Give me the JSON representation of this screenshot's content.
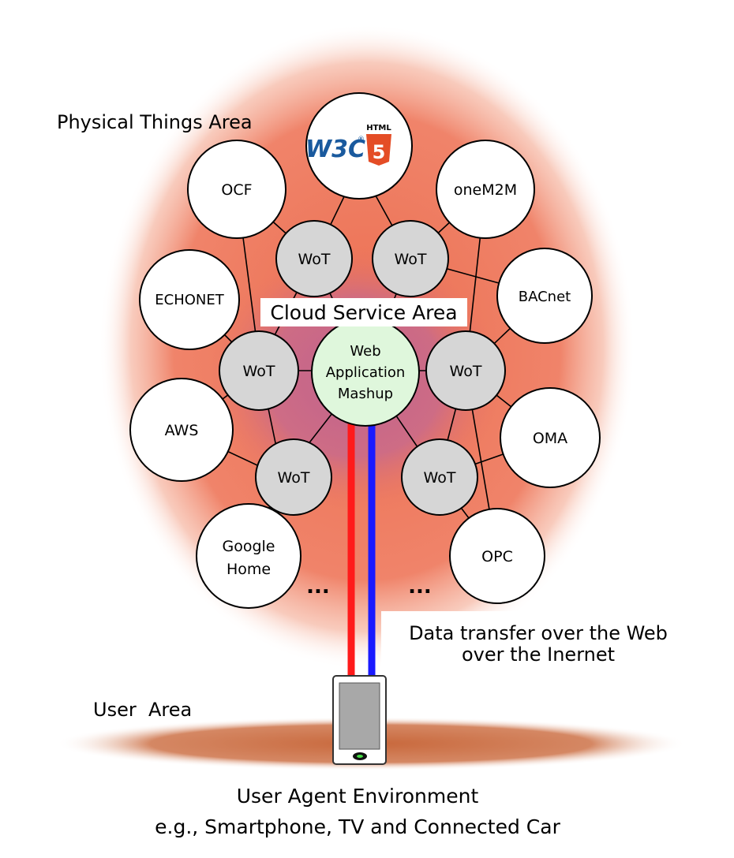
{
  "areas": {
    "physical": "Physical Things Area",
    "cloud": "Cloud Service Area",
    "user": "User  Area"
  },
  "hub": {
    "lines": [
      "Web",
      "Application",
      "Mashup"
    ]
  },
  "wot_label": "WoT",
  "things": {
    "ocf": "OCF",
    "onem2m": "oneM2M",
    "echonet": "ECHONET",
    "bacnet": "BACnet",
    "aws": "AWS",
    "oma": "OMA",
    "google_home": [
      "Google",
      "Home"
    ],
    "opc": "OPC"
  },
  "w3c_logo": {
    "w3c_text": "W3C",
    "reg_mark": "®",
    "html_text": "HTML",
    "five": "5"
  },
  "ellipsis": "...",
  "transfer": {
    "lines": [
      "Data transfer over the Web",
      "over the Inernet"
    ]
  },
  "user_agent": {
    "lines": [
      "User Agent Environment",
      "e.g., Smartphone, TV and Connected Car"
    ]
  },
  "colors": {
    "glow_outer": "#ee7a5c",
    "glow_inner": "#c86a8c",
    "ground": "#c8683c",
    "node_fill": "#ffffff",
    "wot_fill": "#d6d6d6",
    "hub_fill": "#dff7dc",
    "red_line": "#ff1a1a",
    "blue_line": "#1a1aff",
    "w3c_blue": "#1a5a9e",
    "html5_orange": "#e44d26"
  }
}
